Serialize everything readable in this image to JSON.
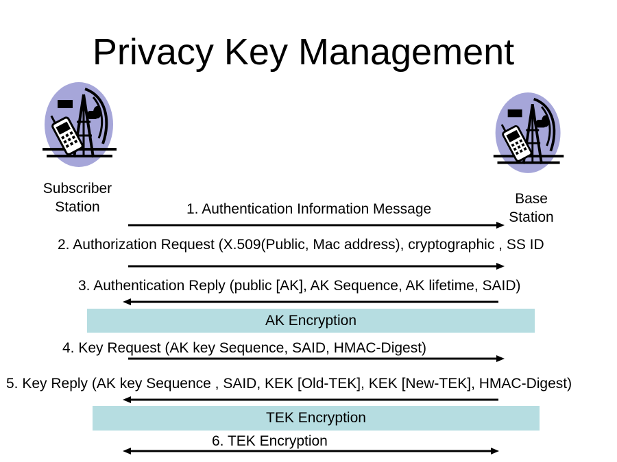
{
  "title": "Privacy Key Management",
  "subscriber": {
    "line1": "Subscriber",
    "line2": "Station"
  },
  "base": {
    "line1": "Base",
    "line2": "Station"
  },
  "messages": [
    "1. Authentication Information Message",
    "2. Authorization Request (X.509(Public, Mac address), cryptographic , SS ID",
    "3. Authentication Reply (public [AK], AK Sequence, AK lifetime, SAID)",
    "4. Key Request (AK key Sequence, SAID, HMAC-Digest)",
    "5. Key Reply (AK key Sequence , SAID, KEK [Old-TEK], KEK [New-TEK], HMAC-Digest)",
    "6. TEK Encryption"
  ],
  "bands": [
    "AK Encryption",
    "TEK Encryption"
  ],
  "colors": {
    "band": "#b6dde1",
    "icon_bg": "#a6a6d9"
  },
  "icons": [
    "radio-tower-phone-icon",
    "radio-tower-phone-icon"
  ]
}
